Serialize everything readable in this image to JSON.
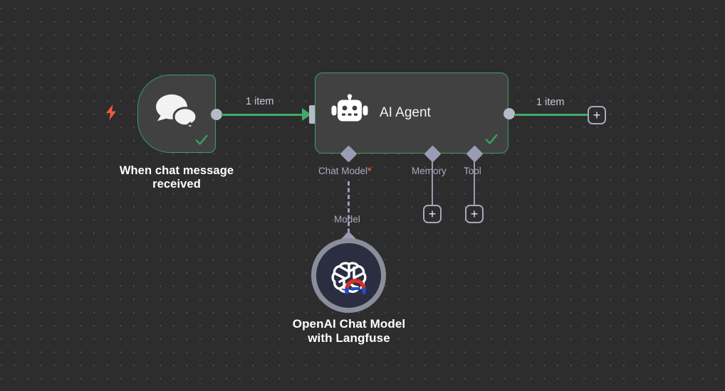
{
  "canvas": {
    "background_color": "#2d2d2d",
    "grid": "dot-grid"
  },
  "colors": {
    "connection_green": "#43a96b",
    "node_border_green": "#3aa063",
    "node_fill": "#414141",
    "port_gray": "#b6b9c6",
    "trigger_bolt": "#f05a40",
    "required_asterisk": "#f05a40",
    "model_node_fill": "#2b2e40",
    "model_node_ring": "#8b8d9a"
  },
  "nodes": {
    "trigger": {
      "label": "When chat message\nreceived",
      "icon": "chat-bubbles-icon",
      "status": "success",
      "trigger_icon": "lightning-bolt-icon"
    },
    "agent": {
      "title": "AI Agent",
      "label": "",
      "icon": "robot-icon",
      "status": "success"
    },
    "model": {
      "label": "OpenAI Chat Model\nwith Langfuse",
      "icon": "openai-logo-icon",
      "badge_icon": "langfuse-badge-icon"
    }
  },
  "edges": {
    "trigger_to_agent": {
      "label": "1 item"
    },
    "agent_to_next": {
      "label": "1 item"
    }
  },
  "sub_ports": [
    {
      "label": "Chat Model",
      "required": true,
      "required_marker": "*",
      "connection_label": "Model",
      "connected": true
    },
    {
      "label": "Memory",
      "required": false,
      "required_marker": "",
      "connection_label": "",
      "connected": false
    },
    {
      "label": "Tool",
      "required": false,
      "required_marker": "",
      "connection_label": "",
      "connected": false
    }
  ],
  "buttons": {
    "add_output": "+",
    "add_memory": "+",
    "add_tool": "+"
  }
}
